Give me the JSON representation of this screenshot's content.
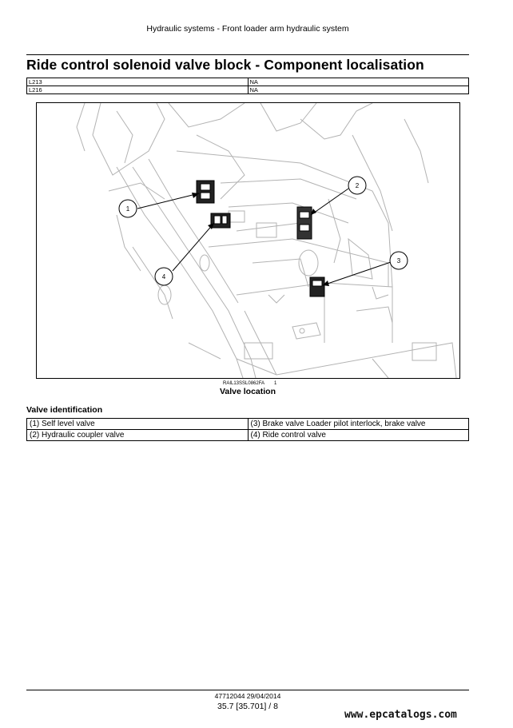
{
  "header": {
    "section_title": "Hydraulic systems - Front loader arm hydraulic system"
  },
  "page_title": "Ride control solenoid valve block - Component localisation",
  "code_table": [
    {
      "code": "L213",
      "value": "NA"
    },
    {
      "code": "L216",
      "value": "NA"
    }
  ],
  "figure": {
    "reference": "RAIL13SSL0862FA",
    "number": "1",
    "caption": "Valve location",
    "callouts": [
      "1",
      "2",
      "3",
      "4"
    ]
  },
  "valve_identification": {
    "heading": "Valve identification",
    "rows": [
      [
        "(1) Self level valve",
        "(3) Brake valve Loader pilot interlock, brake valve"
      ],
      [
        "(2) Hydraulic coupler valve",
        "(4) Ride control valve"
      ]
    ]
  },
  "footer": {
    "doc_ref": "47712044 29/04/2014",
    "page_ref": "35.7 [35.701] / 8"
  },
  "watermark": "www.epcatalogs.com"
}
